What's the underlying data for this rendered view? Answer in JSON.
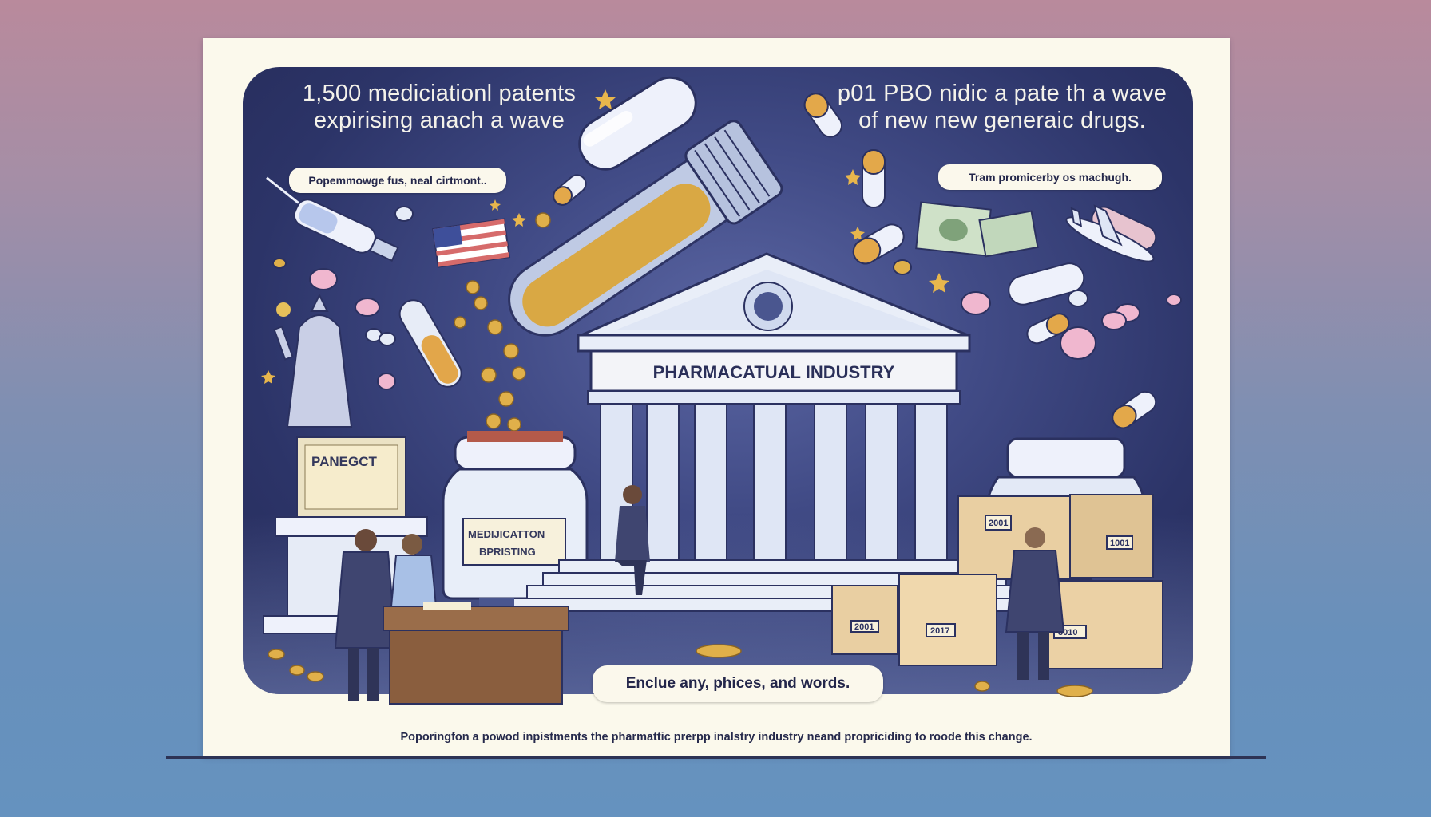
{
  "headline_left": {
    "line1": "1,500 mediciationl patents",
    "line2": "expirising anach a wave"
  },
  "headline_right": {
    "line1": "p01 PBO nidic a pate th a wave",
    "line2": "of new new generaic drugs."
  },
  "left_pill": "Popemmowge fus, neal cirtmont..",
  "right_pill": "Tram promicerby os machugh.",
  "building_sign": "PHARMACATUAL INDUSTRY",
  "jar_label": {
    "line1": "MEDIJICATTON",
    "line2": "BPRISTING"
  },
  "pedestal_sign": "PANEGCT",
  "box_labels": [
    "2001",
    "1001",
    "2001",
    "2017",
    "3010"
  ],
  "bottom_pill": "Enclue any, phices, and words.",
  "footer": "Poporingfon a powod inpistments the pharmattic prerpp inalstry industry neand propriciding to roode this change.",
  "colors": {
    "background_top": "#b98a9c",
    "background_bottom": "#6592bf",
    "card": "#fbf9ec",
    "panel": "#2c3468",
    "pill": "#fbf8ec",
    "ink": "#23264a",
    "gold": "#e0b04a"
  }
}
